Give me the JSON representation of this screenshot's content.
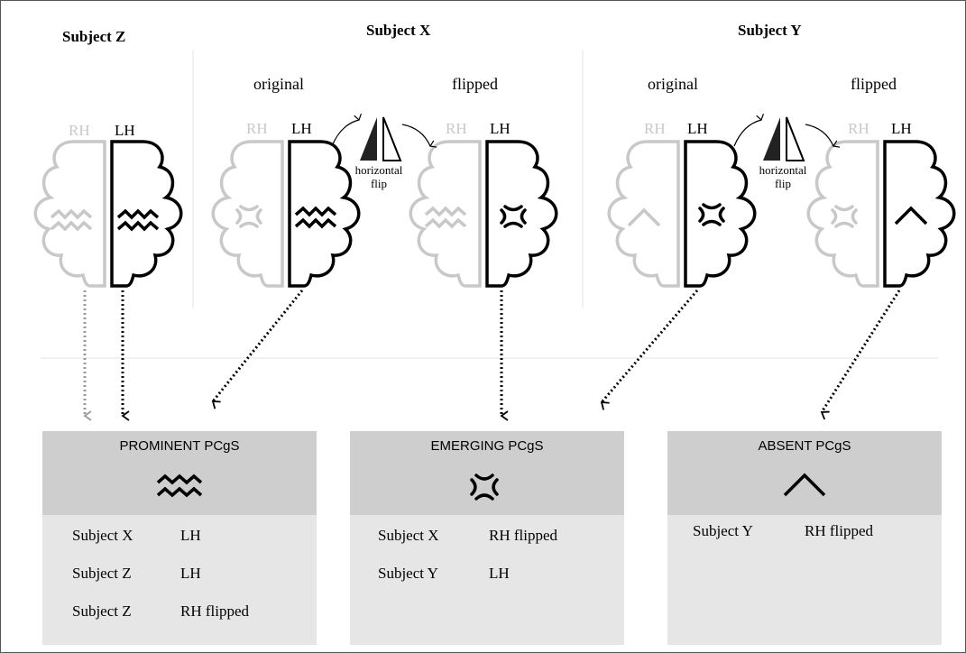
{
  "subjects": {
    "z": {
      "title": "Subject Z"
    },
    "x": {
      "title": "Subject X",
      "original": "original",
      "flipped": "flipped"
    },
    "y": {
      "title": "Subject Y",
      "original": "original",
      "flipped": "flipped"
    }
  },
  "hemispheres": {
    "rh": "RH",
    "lh": "LH"
  },
  "flip_label": {
    "line1": "horizontal",
    "line2": "flip"
  },
  "panels": [
    {
      "title": "PROMINENT PCgS",
      "icon": "double-zigzag-icon",
      "rows": [
        {
          "subject": "Subject X",
          "hemisphere": "LH"
        },
        {
          "subject": "Subject Z",
          "hemisphere": "LH"
        },
        {
          "subject": "Subject Z",
          "hemisphere": "RH flipped"
        }
      ]
    },
    {
      "title": "EMERGING PCgS",
      "icon": "split-curves-icon",
      "rows": [
        {
          "subject": "Subject X",
          "hemisphere": "RH flipped"
        },
        {
          "subject": "Subject Y",
          "hemisphere": "LH"
        }
      ]
    },
    {
      "title": "ABSENT PCgS",
      "icon": "caret-up-icon",
      "rows": [
        {
          "subject": "Subject Y",
          "hemisphere": "RH flipped"
        }
      ]
    }
  ],
  "colors": {
    "dark": "#000000",
    "light": "#c8c8c8",
    "panel_header": "#cecece",
    "panel_body": "#e6e6e6"
  }
}
